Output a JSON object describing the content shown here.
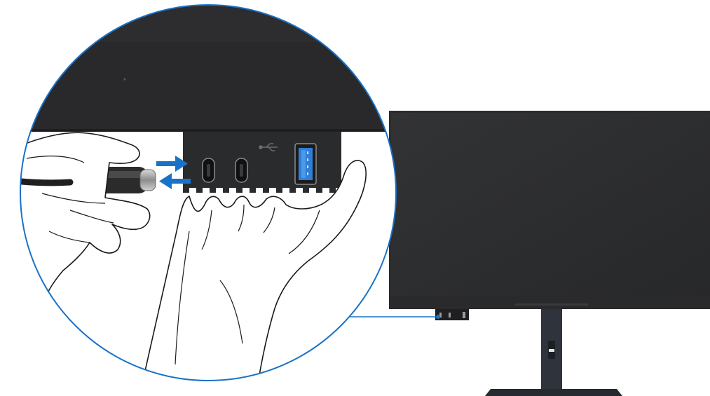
{
  "illustration": {
    "subject": "monitor-usb-c-port-connection",
    "colors": {
      "background": "#ffffff",
      "callout_ring": "#1a72c8",
      "arrow": "#1a72c8",
      "monitor_bezel": "#2c2c2e",
      "monitor_screen": "#2e2f31",
      "port_hub": "#2a2b2d",
      "usb_a_port": "#2f7fd6",
      "cable": "#1f1f1f",
      "hand_outline": "#1a1a1a",
      "stand": "#2f333b"
    },
    "ports": [
      {
        "type": "usb-c"
      },
      {
        "type": "usb-c"
      },
      {
        "type": "usb-a",
        "icon": "usb-icon"
      }
    ],
    "arrows": [
      {
        "direction": "right",
        "meaning": "insert"
      },
      {
        "direction": "left",
        "meaning": "remove"
      }
    ]
  }
}
